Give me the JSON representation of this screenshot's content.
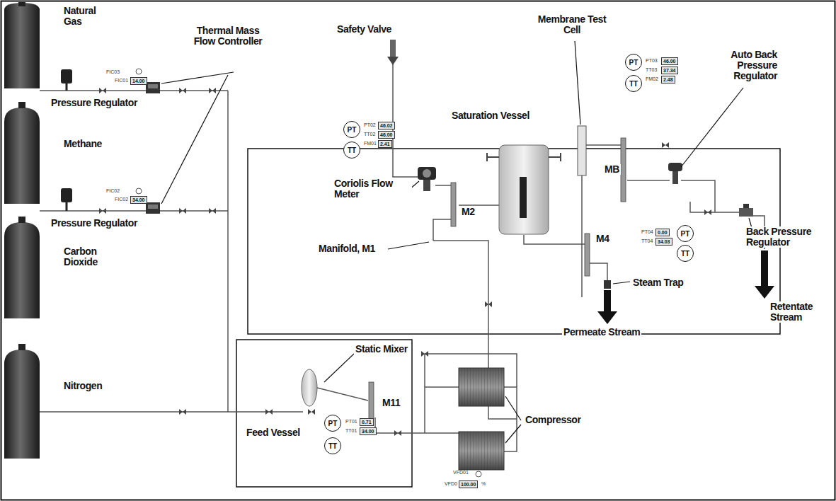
{
  "diagram": {
    "nodes": [
      {
        "text": [
          "PT"
        ]
      },
      {
        "text": [
          "TT"
        ]
      },
      {
        "text": [
          "PT"
        ]
      },
      {
        "text": [
          "TT"
        ]
      },
      {
        "text": [
          "PT"
        ]
      },
      {
        "text": [
          "TT"
        ]
      },
      {
        "text": [
          "PT"
        ]
      },
      {
        "text": [
          "TT"
        ]
      }
    ],
    "labels": [
      "Natural Gas",
      "Thermal Mass Flow Controller",
      "Safety Valve",
      "Membrane Test Cell",
      "Pressure Regulator",
      "Auto Back Pressure Regulator",
      "Methane",
      "Saturation Vessel",
      "Coriolis Flow Meter",
      "M2",
      "MB",
      "Manifold, M1",
      "Pressure Regulator",
      "Back Pressure Regulator",
      "M4",
      "Steam Trap",
      "Retentate Stream",
      "Carbon Dioxide",
      "Permeate Stream",
      "Static Mixer",
      "M11",
      "Feed Vessel",
      "Compressor",
      "Nitrogen",
      "FIC03",
      "FIC01",
      "14.00",
      "FIC02",
      "FIC02",
      "34.00",
      "PT02",
      "46.02",
      "TT02",
      "46.00",
      "FM01",
      "2.41",
      "PT03",
      "46.00",
      "TT03",
      "37.34",
      "FM02",
      "2.48",
      "PT04",
      "0.00",
      "TT04",
      "34.03",
      "PT01",
      "0.71",
      "TT01",
      "34.00",
      "VFD01",
      "VFD0",
      "100.00",
      "%"
    ]
  }
}
